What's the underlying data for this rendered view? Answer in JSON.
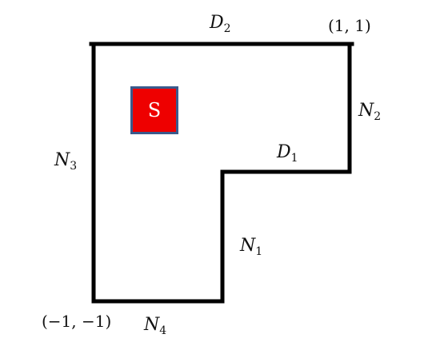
{
  "diagram": {
    "labels": {
      "D2": {
        "base": "D",
        "sub": "2"
      },
      "D1": {
        "base": "D",
        "sub": "1"
      },
      "N1": {
        "base": "N",
        "sub": "1"
      },
      "N2": {
        "base": "N",
        "sub": "2"
      },
      "N3": {
        "base": "N",
        "sub": "3"
      },
      "N4": {
        "base": "N",
        "sub": "4"
      }
    },
    "coords": {
      "top_right": "(1, 1)",
      "bottom_left": "(−1, −1)"
    },
    "source": {
      "label": "S",
      "fill_color": "#ee0000",
      "border_color": "#3a5a8c"
    },
    "boundary_color": "#000000"
  }
}
